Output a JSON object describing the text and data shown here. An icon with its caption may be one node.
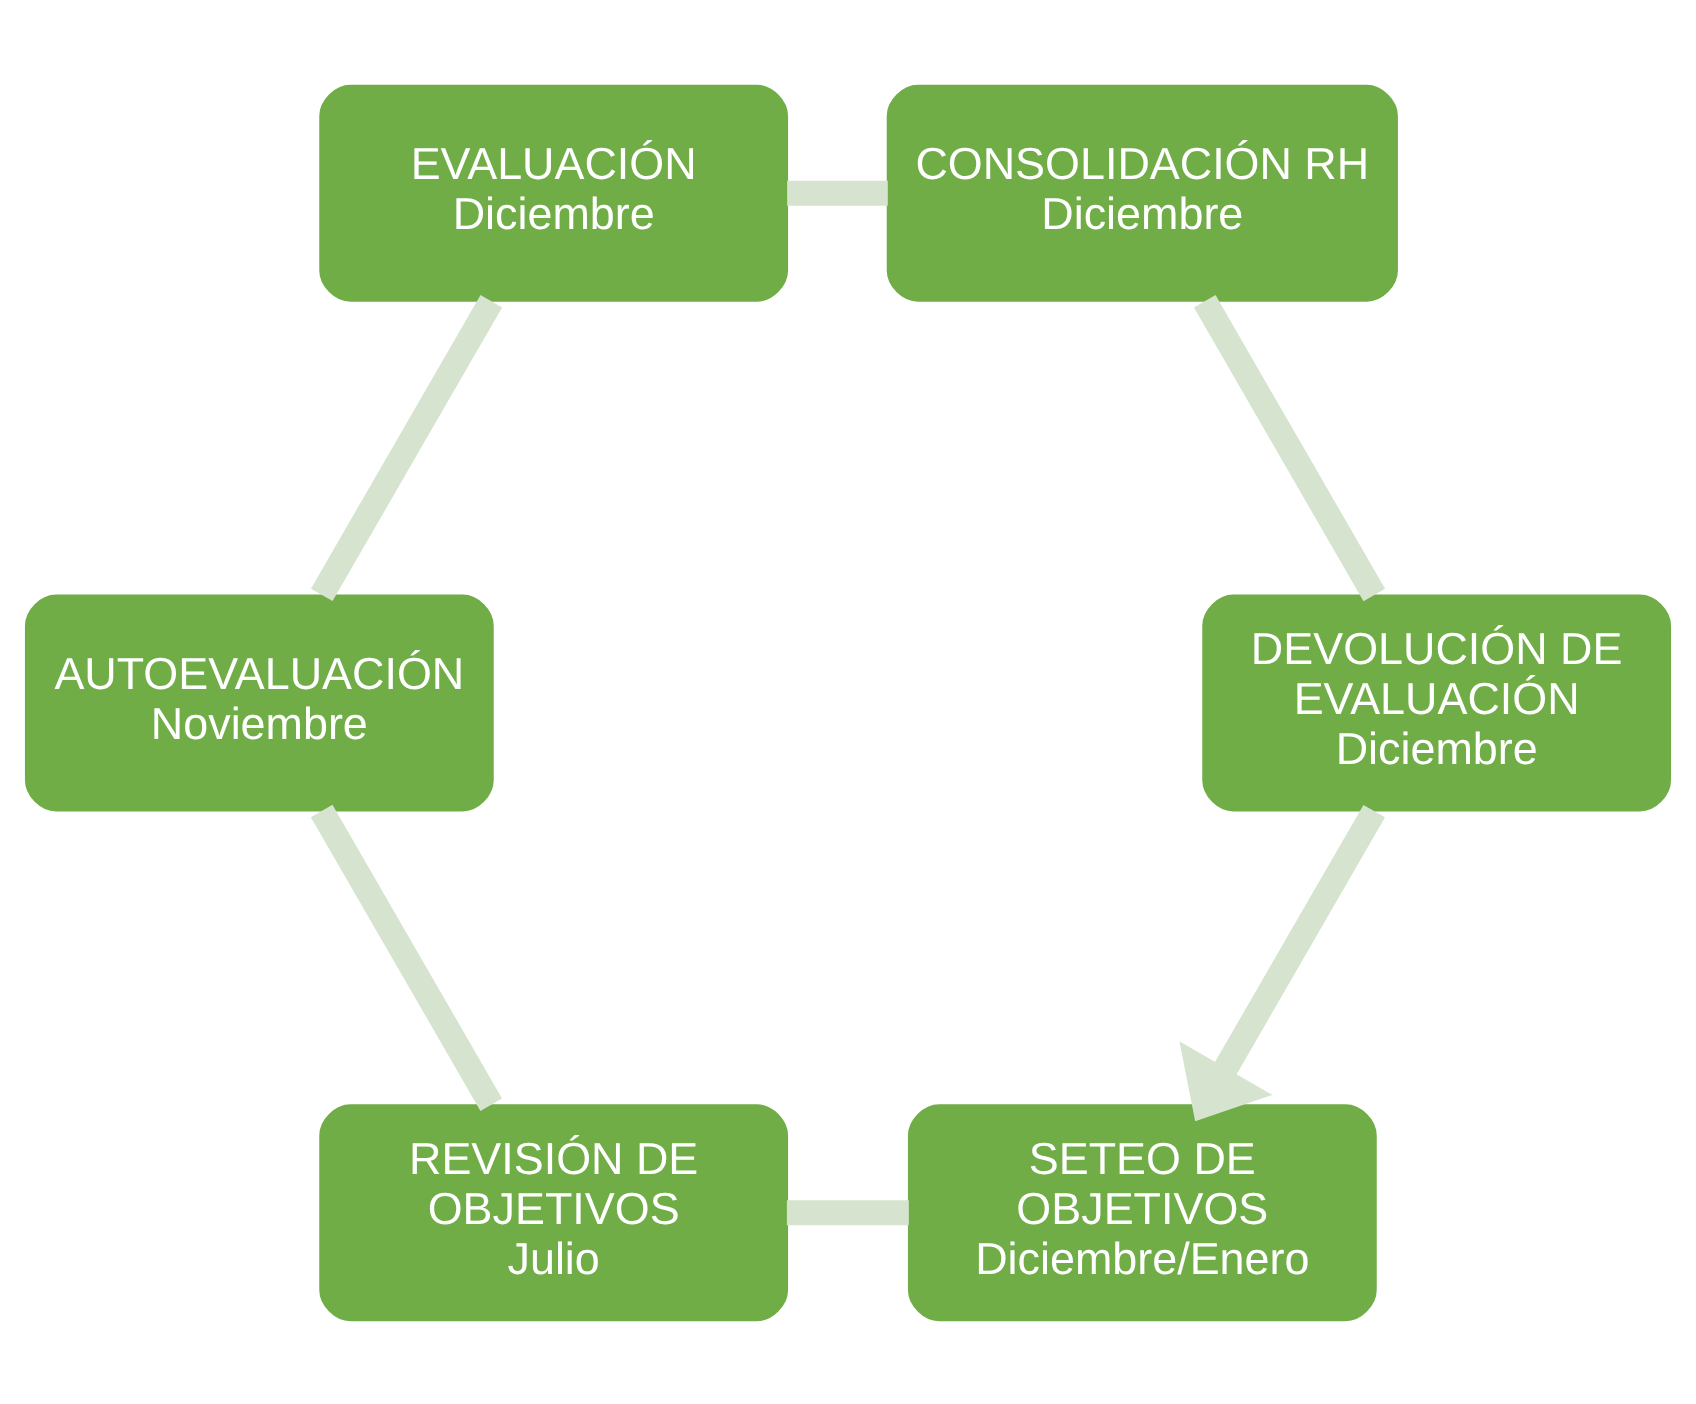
{
  "diagram": {
    "nodes": [
      {
        "text": [
          "SETEO DE OBJETIVOS",
          "Diciembre/Enero"
        ]
      },
      {
        "text": [
          "REVISIÓN DE OBJETIVOS",
          "Julio"
        ]
      },
      {
        "text": [
          "AUTOEVALUACIÓN",
          "Noviembre"
        ]
      },
      {
        "text": [
          "EVALUACIÓN",
          "Diciembre"
        ]
      },
      {
        "text": [
          "CONSOLIDACIÓN RH",
          "Diciembre"
        ]
      },
      {
        "text": [
          "DEVOLUCIÓN DE EVALUACIÓN",
          "Diciembre"
        ]
      }
    ],
    "edges": [
      {
        "from": 0,
        "to": 1,
        "arrow": "none"
      },
      {
        "from": 1,
        "to": 2,
        "arrow": "none"
      },
      {
        "from": 2,
        "to": 3,
        "arrow": "none"
      },
      {
        "from": 3,
        "to": 4,
        "arrow": "none"
      },
      {
        "from": 4,
        "to": 5,
        "arrow": "none"
      },
      {
        "from": 5,
        "to": 0,
        "arrow": "to"
      }
    ]
  }
}
